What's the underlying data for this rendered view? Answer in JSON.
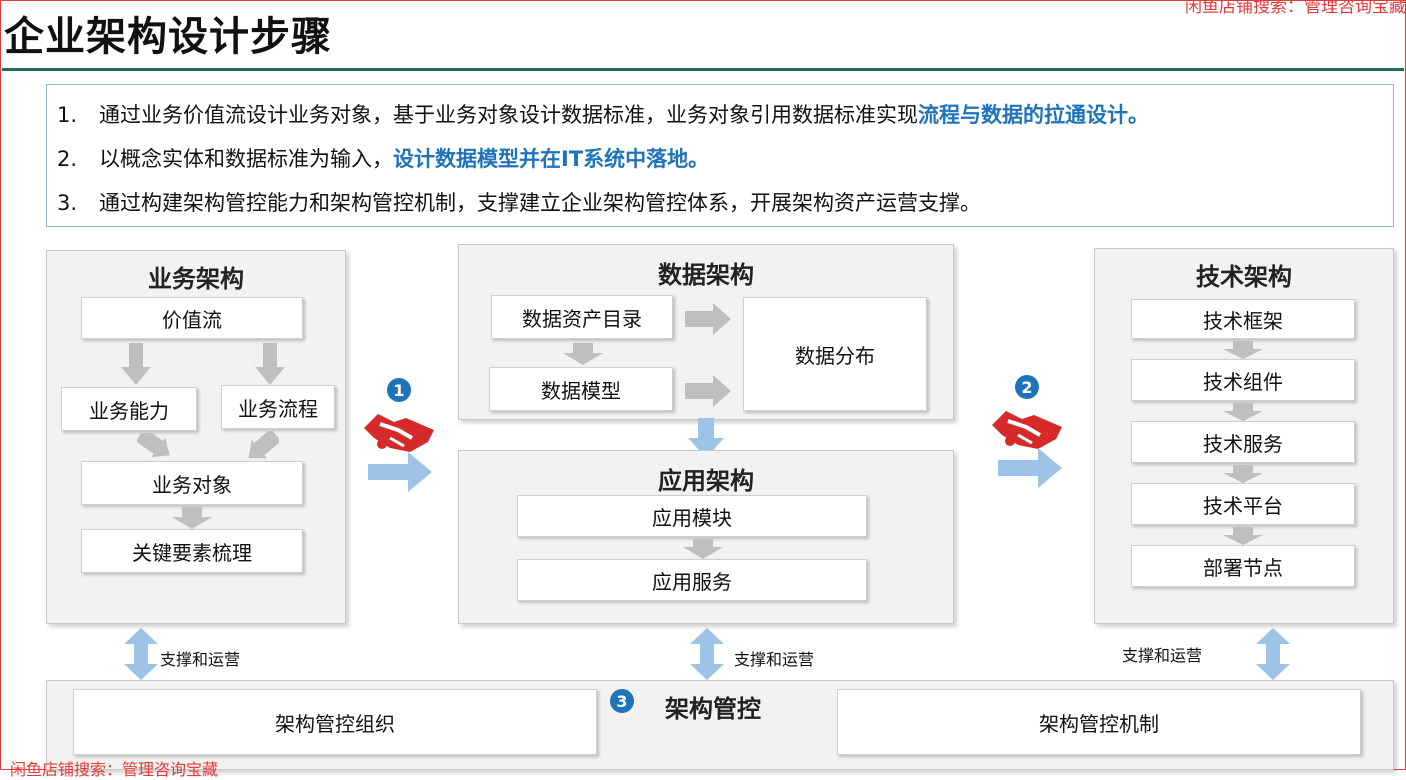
{
  "watermark": "闲鱼店铺搜索：管理咨询宝藏",
  "title": "企业架构设计步骤",
  "intro": {
    "items": [
      {
        "num": "1.",
        "text": "通过业务价值流设计业务对象，基于业务对象设计数据标准，业务对象引用数据标准实现",
        "highlight": "流程与数据的拉通设计。"
      },
      {
        "num": "2.",
        "text": "以概念实体和数据标准为输入，",
        "highlight": "设计数据模型并在IT系统中落地。"
      },
      {
        "num": "3.",
        "text": "通过构建架构管控能力和架构管控机制，支撑建立企业架构管控体系，开展架构资产运营支撑。",
        "highlight": ""
      }
    ]
  },
  "business": {
    "title": "业务架构",
    "value_stream": "价值流",
    "capability": "业务能力",
    "process": "业务流程",
    "object": "业务对象",
    "key_elements": "关键要素梳理"
  },
  "data_arch": {
    "title": "数据架构",
    "asset_catalog": "数据资产目录",
    "model": "数据模型",
    "distribution": "数据分布"
  },
  "application": {
    "title": "应用架构",
    "module": "应用模块",
    "service": "应用服务"
  },
  "tech": {
    "title": "技术架构",
    "items": [
      "技术框架",
      "技术组件",
      "技术服务",
      "技术平台",
      "部署节点"
    ]
  },
  "governance": {
    "title": "架构管控",
    "org": "架构管控组织",
    "mechanism": "架构管控机制"
  },
  "support_label": "支撑和运营",
  "badges": [
    "1",
    "2",
    "3"
  ],
  "bottom_watermark": "闲鱼店铺搜索：管理咨询宝藏",
  "icons": {
    "handshake": "handshake-icon",
    "arrow": "arrow-right-icon",
    "updown": "double-arrow-icon"
  },
  "colors": {
    "accent": "#1f74b9",
    "arrow_blue": "#9dc3e6",
    "arrow_gray": "#bfbfbf",
    "rule": "#1f6b5c",
    "watermark": "#e23a3a"
  }
}
